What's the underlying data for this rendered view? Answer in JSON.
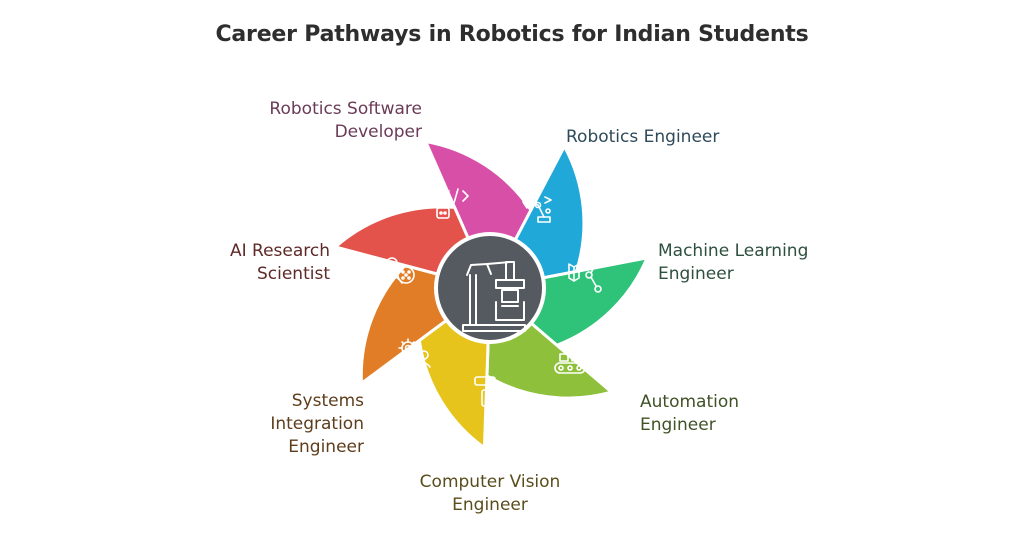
{
  "title": "Career Pathways in Robotics for Indian Students",
  "center": {
    "icon": "robot-arm-icon"
  },
  "segments": [
    {
      "lines": [
        "Robotics Software",
        "Developer"
      ],
      "color": "#d84fa8",
      "text_color": "#6a3b58",
      "icon": "code-robot-icon"
    },
    {
      "lines": [
        "Robotics Engineer"
      ],
      "color": "#1fa8d8",
      "text_color": "#2e4a5a",
      "icon": "robotic-arm-icon"
    },
    {
      "lines": [
        "Machine Learning",
        "Engineer"
      ],
      "color": "#2fc37a",
      "text_color": "#2e5040",
      "icon": "book-network-icon"
    },
    {
      "lines": [
        "Automation",
        "Engineer"
      ],
      "color": "#8ec03c",
      "text_color": "#3f5226",
      "icon": "conveyor-robot-icon"
    },
    {
      "lines": [
        "Computer Vision",
        "Engineer"
      ],
      "color": "#e6c41c",
      "text_color": "#5a4d1c",
      "icon": "monitor-eye-icon"
    },
    {
      "lines": [
        "Systems",
        "Integration",
        "Engineer"
      ],
      "color": "#e07d26",
      "text_color": "#5e3d1c",
      "icon": "gears-person-icon"
    },
    {
      "lines": [
        "AI Research",
        "Scientist"
      ],
      "color": "#e3534b",
      "text_color": "#5e2a27",
      "icon": "researcher-icon"
    }
  ]
}
